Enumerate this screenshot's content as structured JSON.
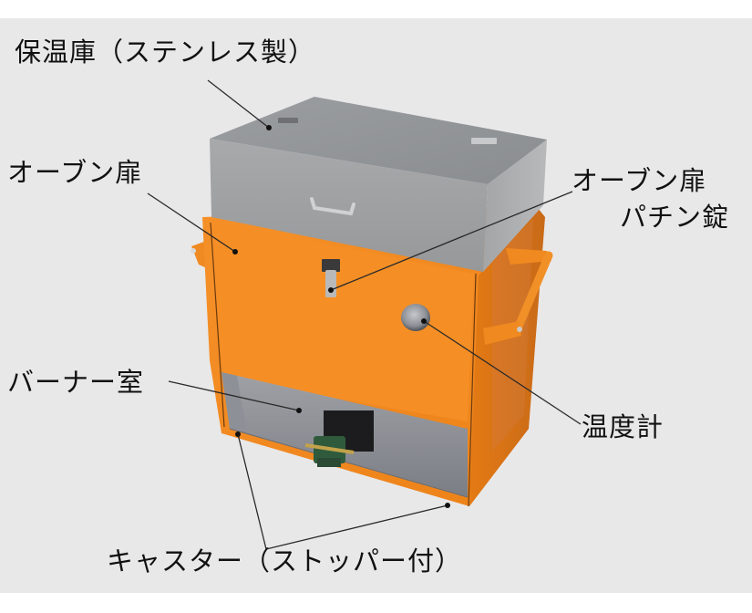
{
  "figure": {
    "subject": "portable oven with stainless warming cabinet",
    "background_color": "#e9e8e9",
    "body_color": "#f28a1e",
    "steel_color": "#9ea0a2"
  },
  "labels": {
    "warming_cabinet": "保温庫（ステンレス製）",
    "oven_door": "オーブン扉",
    "oven_door_latch_line1": "オーブン扉",
    "oven_door_latch_line2": "パチン錠",
    "burner_chamber": "バーナー室",
    "thermometer": "温度計",
    "casters": "キャスター（ストッパー付）"
  }
}
